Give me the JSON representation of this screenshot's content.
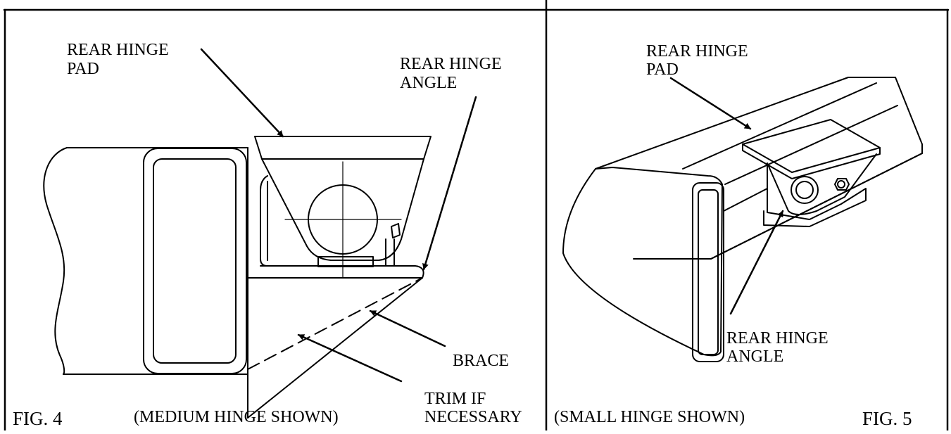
{
  "figure_left": {
    "pad_label": [
      "REAR HINGE",
      "PAD"
    ],
    "angle_label": [
      "REAR HINGE",
      "ANGLE"
    ],
    "brace_label": "BRACE",
    "trim_label": [
      "TRIM IF",
      "NECESSARY"
    ],
    "caption": "(MEDIUM HINGE SHOWN)",
    "fig_number": "FIG. 4"
  },
  "figure_right": {
    "pad_label": [
      "REAR HINGE",
      "PAD"
    ],
    "angle_label": [
      "REAR HINGE",
      "ANGLE"
    ],
    "caption": "(SMALL  HINGE SHOWN)",
    "fig_number": "FIG. 5"
  },
  "colors": {
    "ink": "#000000",
    "paper": "#ffffff"
  }
}
